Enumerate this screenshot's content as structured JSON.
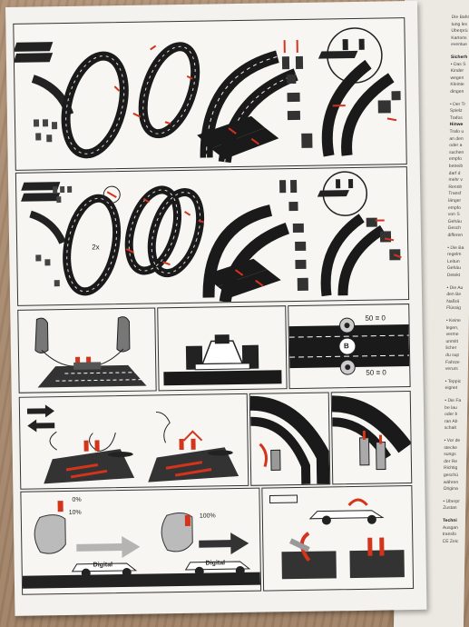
{
  "panel_labels": {
    "multiplier": "2x",
    "marking_top": "50 ≡ 0",
    "marking_bottom": "50 ≡ 0",
    "marking_letter": "B",
    "pct_low": "0%",
    "pct_mid": "10%",
    "pct_high": "100%",
    "car_brand_1": "Digital",
    "car_brand_2": "Digital"
  },
  "side_text": [
    "Die Bahn",
    "tung les",
    "Überprü",
    "Kartons",
    "eventue",
    "Sicherh",
    "• Das S",
    "Kinder",
    "wegen",
    "Kleinte",
    "dingen",
    "• Der Tr",
    "Spielz",
    "Trafos",
    "Hinwe",
    "Trafo u",
    "an den",
    "oder a",
    "suchen",
    "empfo",
    "betreib",
    "darf d",
    "mehr v",
    "Rennb",
    "Transf",
    "länger",
    "empfo",
    "von S",
    "Gehäu",
    "Gesch",
    "differen",
    "• Die Ba",
    "regelm",
    "Leitun",
    "Gehäu",
    "Detekt",
    "• Die Au",
    "den Be",
    "Naßrä",
    "Flüssig",
    "• Keine",
    "legen,",
    "verme",
    "unmitt",
    "licher",
    "du sup",
    "Fahrze",
    "verurs",
    "• Teppic",
    "eignet",
    "• Die Fa",
    "be lau",
    "oder b",
    "ran Ab",
    "schalt",
    "• Vor de",
    "stecke",
    "sungs",
    "der Re",
    "Richtig",
    "geschü",
    "währen",
    "Origina",
    "• Überpr",
    "Zustan",
    "Techni",
    "Ausgan",
    "transfo",
    "CE Zeic"
  ]
}
